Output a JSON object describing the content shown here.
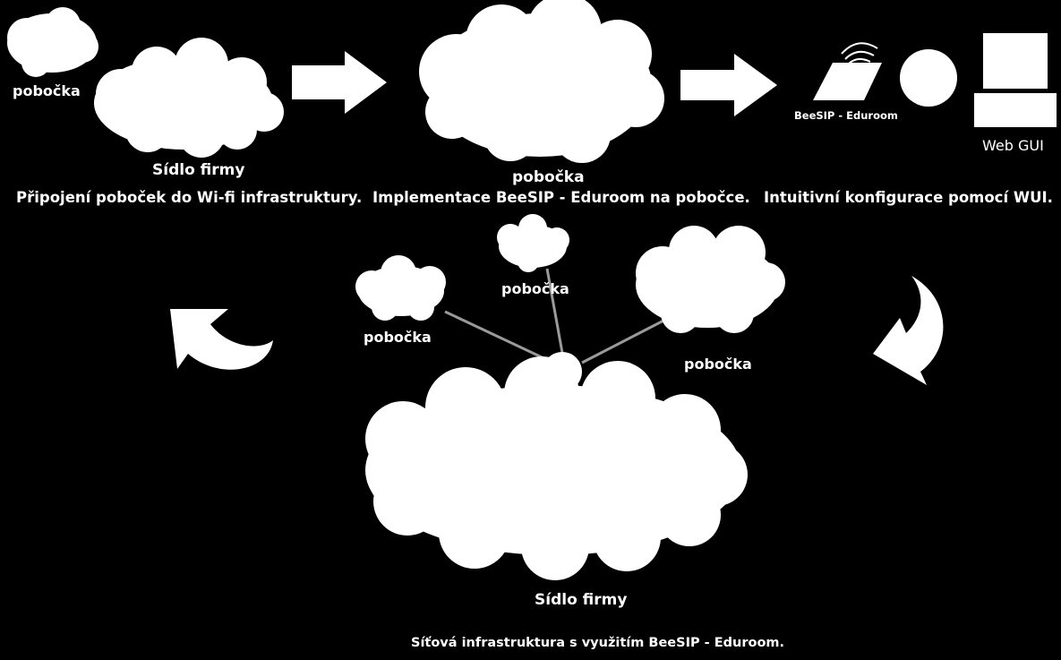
{
  "colors": {
    "background": "#000000",
    "foreground": "#ffffff",
    "link_line": "#9a9a9a"
  },
  "steps": [
    {
      "caption": "Připojení poboček do Wi-fi infrastruktury."
    },
    {
      "caption": "Implementace BeeSIP - Eduroom na pobočce."
    },
    {
      "caption": "Intuitivní konfigurace pomocí WUI."
    }
  ],
  "step1": {
    "branch_label": "pobočka",
    "hq_label": "Sídlo firmy"
  },
  "step2": {
    "branch_label": "pobočka"
  },
  "step3": {
    "device_label": "BeeSIP - Eduroom",
    "gui_label": "Web GUI"
  },
  "network": {
    "branches": [
      "pobočka",
      "pobočka",
      "pobočka"
    ],
    "hq_label": "Sídlo firmy",
    "caption": "Síťová infrastruktura s využitím BeeSIP - Eduroom."
  },
  "icons": [
    "cloud-icon",
    "arrow-right-icon",
    "wifi-router-icon",
    "circle-icon",
    "computer-icon",
    "curved-arrow-icon"
  ]
}
